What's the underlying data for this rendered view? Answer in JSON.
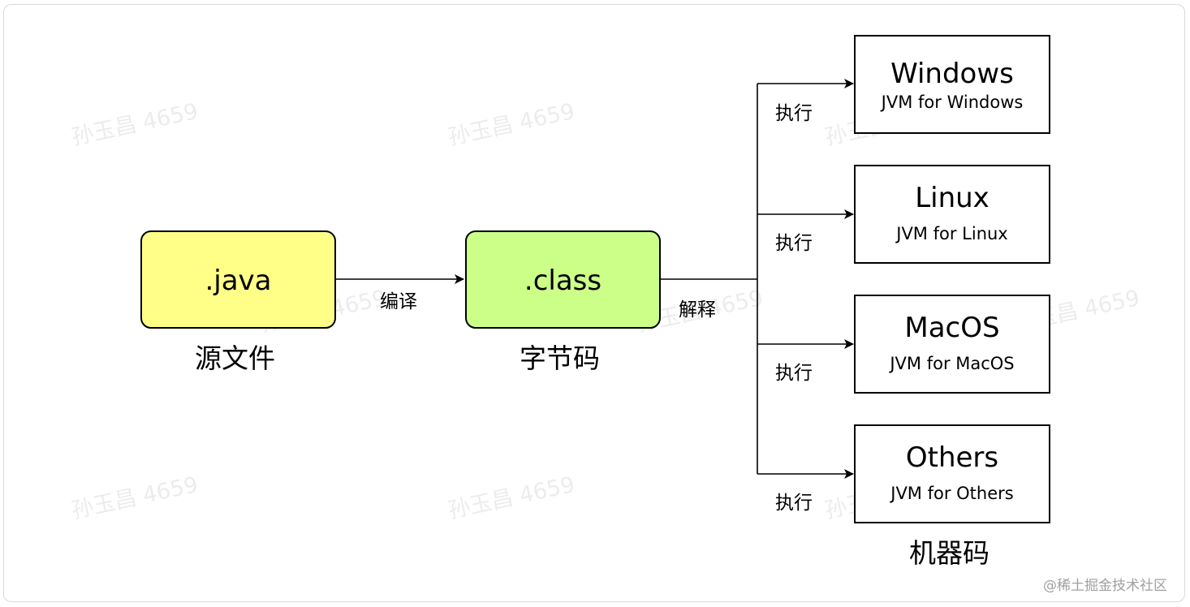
{
  "watermark_text": "孙玉昌 4659",
  "footer": "@稀土掘金技术社区",
  "source": {
    "title": ".java",
    "caption": "源文件",
    "fill": "#ffff88"
  },
  "bytecode": {
    "title": ".class",
    "caption": "字节码",
    "fill": "#ccff88"
  },
  "edges": {
    "compile": "编译",
    "interpret": "解释",
    "execute": [
      "执行",
      "执行",
      "执行",
      "执行"
    ]
  },
  "machines": [
    {
      "title": "Windows",
      "subtitle": "JVM for Windows"
    },
    {
      "title": "Linux",
      "subtitle": "JVM for Linux"
    },
    {
      "title": "MacOS",
      "subtitle": "JVM for MacOS"
    },
    {
      "title": "Others",
      "subtitle": "JVM for Others"
    }
  ],
  "machines_caption": "机器码"
}
